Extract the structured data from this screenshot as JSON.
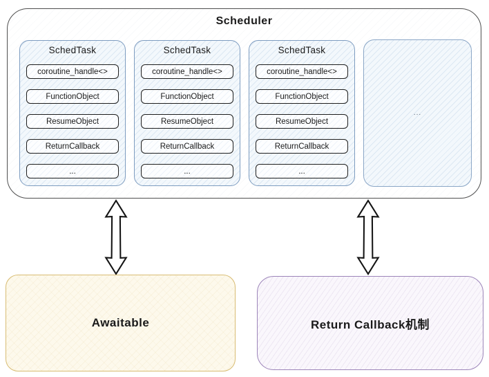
{
  "scheduler": {
    "title": "Scheduler",
    "tasks": [
      {
        "title": "SchedTask",
        "items": [
          "coroutine_handle<>",
          "FunctionObject",
          "ResumeObject",
          "ReturnCallback",
          "..."
        ]
      },
      {
        "title": "SchedTask",
        "items": [
          "coroutine_handle<>",
          "FunctionObject",
          "ResumeObject",
          "ReturnCallback",
          "..."
        ]
      },
      {
        "title": "SchedTask",
        "items": [
          "coroutine_handle<>",
          "FunctionObject",
          "ResumeObject",
          "ReturnCallback",
          "..."
        ]
      }
    ],
    "overflow_box": {
      "label": "..."
    }
  },
  "connections": [
    {
      "from": "Scheduler",
      "to": "Awaitable",
      "type": "double-headed-arrow"
    },
    {
      "from": "Scheduler",
      "to": "Return Callback机制",
      "type": "double-headed-arrow"
    }
  ],
  "boxes": {
    "awaitable": {
      "label": "Awaitable"
    },
    "return_callback": {
      "label": "Return Callback机制"
    }
  },
  "colors": {
    "scheduler_border": "#4f4f4f",
    "task_border": "#7d9cc0",
    "task_fill": "#f3f8fc",
    "item_border": "#1e1e1e",
    "awaitable_border": "#d8bc72",
    "awaitable_fill": "#fdf9ec",
    "return_border": "#9c84b9",
    "return_fill": "#faf7fc",
    "arrow_stroke": "#141414",
    "arrow_fill": "#ffffff"
  }
}
